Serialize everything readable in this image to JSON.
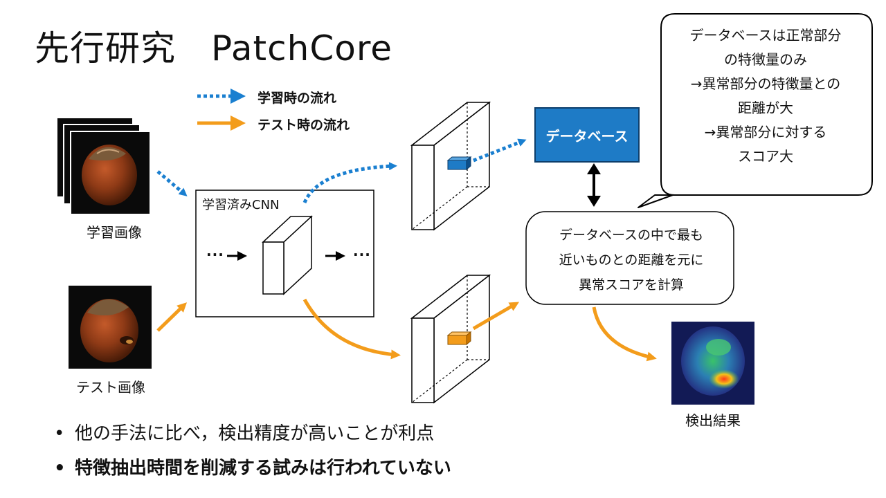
{
  "title": "先行研究　PatchCore",
  "legend": {
    "training_flow": "学習時の流れ",
    "test_flow": "テスト時の流れ"
  },
  "images": {
    "training_caption": "学習画像",
    "test_caption": "テスト画像",
    "result_caption": "検出結果"
  },
  "cnn": {
    "label": "学習済みCNN",
    "ellipsis_left": "···",
    "ellipsis_right": "···"
  },
  "database": {
    "label": "データベース"
  },
  "note": {
    "lines": [
      "データベースは正常部分",
      "の特徴量のみ",
      "→異常部分の特徴量との",
      "距離が大",
      "→異常部分に対する",
      "スコア大"
    ]
  },
  "distance_box": {
    "lines": [
      "データベースの中で最も",
      "近いものとの距離を元に",
      "異常スコアを計算"
    ]
  },
  "bullets": [
    {
      "marker": "•",
      "text": "他の手法に比べ，検出精度が高いことが利点"
    },
    {
      "marker": "•",
      "text": "特徴抽出時間を削減する試みは行われていない"
    }
  ],
  "colors": {
    "training_arrow": "#1a7fd0",
    "test_arrow": "#f39c1b",
    "database_fill": "#1e7bc6",
    "text": "#111111"
  }
}
